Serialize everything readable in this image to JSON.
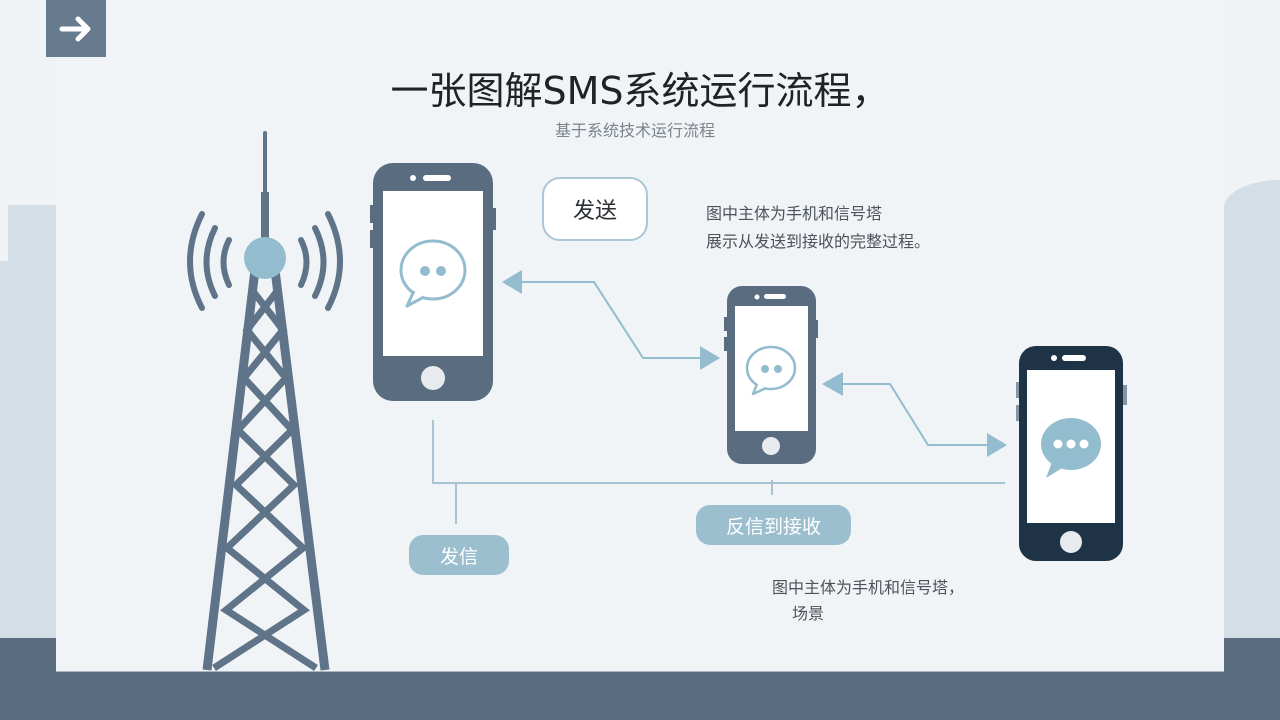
{
  "nav": {
    "icon": "arrow-right-icon"
  },
  "header": {
    "title": "一张图解SMS系统运行流程，",
    "subtitle": "基于系统技术运行流程"
  },
  "diagram": {
    "send_box_label": "发送",
    "description_top": {
      "line1": "图中主体为手机和信号塔",
      "line2": "展示从发送到接收的完整过程。"
    },
    "description_bottom": {
      "line1": "图中主体为手机和信号塔，",
      "line2": "场景"
    },
    "pill_send_label": "发信",
    "pill_receive_label": "反信到接收",
    "nodes": [
      {
        "id": "tower",
        "icon": "signal-tower-icon"
      },
      {
        "id": "phone-sender",
        "icon": "smartphone-icon",
        "bubble": "chat-bubble-two-dots-outline"
      },
      {
        "id": "phone-relay",
        "icon": "smartphone-icon",
        "bubble": "chat-bubble-two-dots-outline"
      },
      {
        "id": "phone-receiver",
        "icon": "smartphone-icon",
        "bubble": "chat-bubble-three-dots-filled"
      }
    ]
  },
  "colors": {
    "background": "#f1f4f7",
    "side_panels": "#d3dee6",
    "floor": "#5a6d80",
    "device_slate": "#5a6d80",
    "device_dark": "#1f3347",
    "accent_light_blue": "#93bccf",
    "title_text": "#1f2328"
  }
}
